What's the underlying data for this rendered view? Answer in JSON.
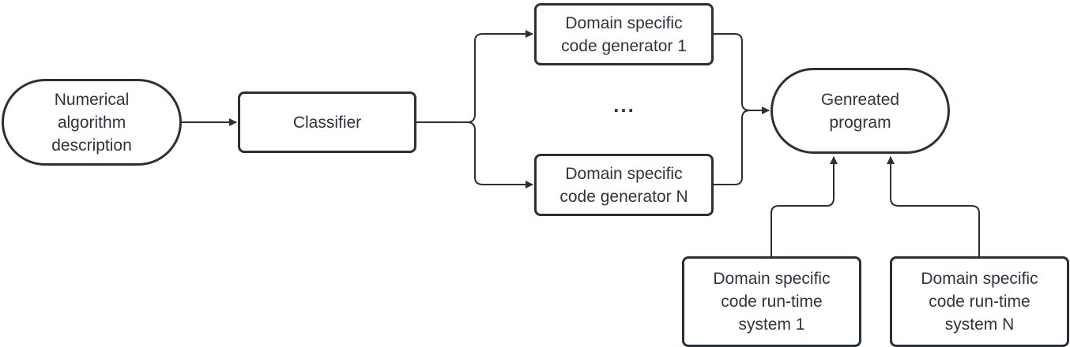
{
  "nodes": {
    "input": {
      "label": "Numerical\nalgorithm\ndescription"
    },
    "classifier": {
      "label": "Classifier"
    },
    "generator_1": {
      "label": "Domain specific\ncode generator 1"
    },
    "generator_n": {
      "label": "Domain specific\ncode generator N"
    },
    "output": {
      "label": "Genreated\nprogram"
    },
    "runtime_1": {
      "label": "Domain specific\ncode run-time\nsystem 1"
    },
    "runtime_n": {
      "label": "Domain specific\ncode run-time\nsystem N"
    }
  },
  "ellipsis": "...",
  "colors": {
    "stroke": "#2b2f36",
    "text": "#2f3440",
    "background": "#ffffff"
  },
  "edges": [
    {
      "from": "input",
      "to": "classifier"
    },
    {
      "from": "classifier",
      "to": "generator_1"
    },
    {
      "from": "classifier",
      "to": "generator_n"
    },
    {
      "from": "generator_1",
      "to": "output"
    },
    {
      "from": "generator_n",
      "to": "output"
    },
    {
      "from": "runtime_1",
      "to": "output"
    },
    {
      "from": "runtime_n",
      "to": "output"
    }
  ]
}
